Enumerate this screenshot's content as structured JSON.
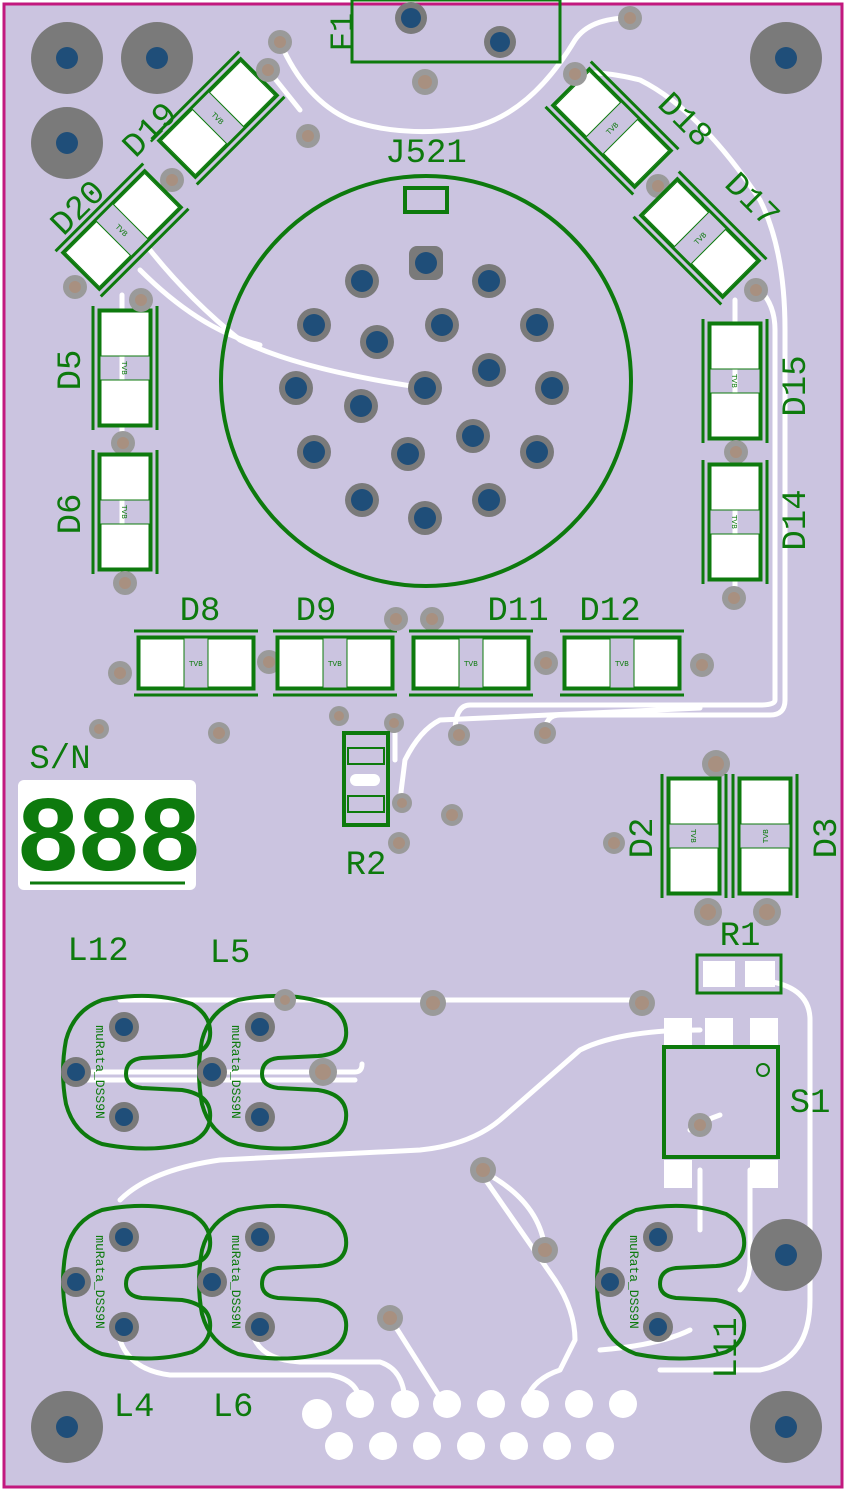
{
  "colors": {
    "board": "#cbc4e0",
    "edge": "#c2187e",
    "silk": "#0d7a0d",
    "trace": "#ffffff",
    "pad_ring": "#8e8e8e",
    "pad_hole": "#1f4e79",
    "via_ring": "#9a9a9a",
    "via_hole": "#a89080",
    "mount_ring": "#7a7a7a"
  },
  "labels": {
    "J521": "J521",
    "F1": "F1",
    "D19": "D19",
    "D20": "D20",
    "D18": "D18",
    "D17": "D17",
    "D5": "D5",
    "D6": "D6",
    "D15": "D15",
    "D14": "D14",
    "D8": "D8",
    "D9": "D9",
    "D11": "D11",
    "D12": "D12",
    "SN": "S/N",
    "SN_digits": "888",
    "R2": "R2",
    "R1": "R1",
    "D2": "D2",
    "D3": "D3",
    "L12": "L12",
    "L5": "L5",
    "L4": "L4",
    "L6": "L6",
    "L11": "L11",
    "S1": "S1"
  },
  "inductor_text": "muRata_DSS9N",
  "tvs_text": "TVB"
}
